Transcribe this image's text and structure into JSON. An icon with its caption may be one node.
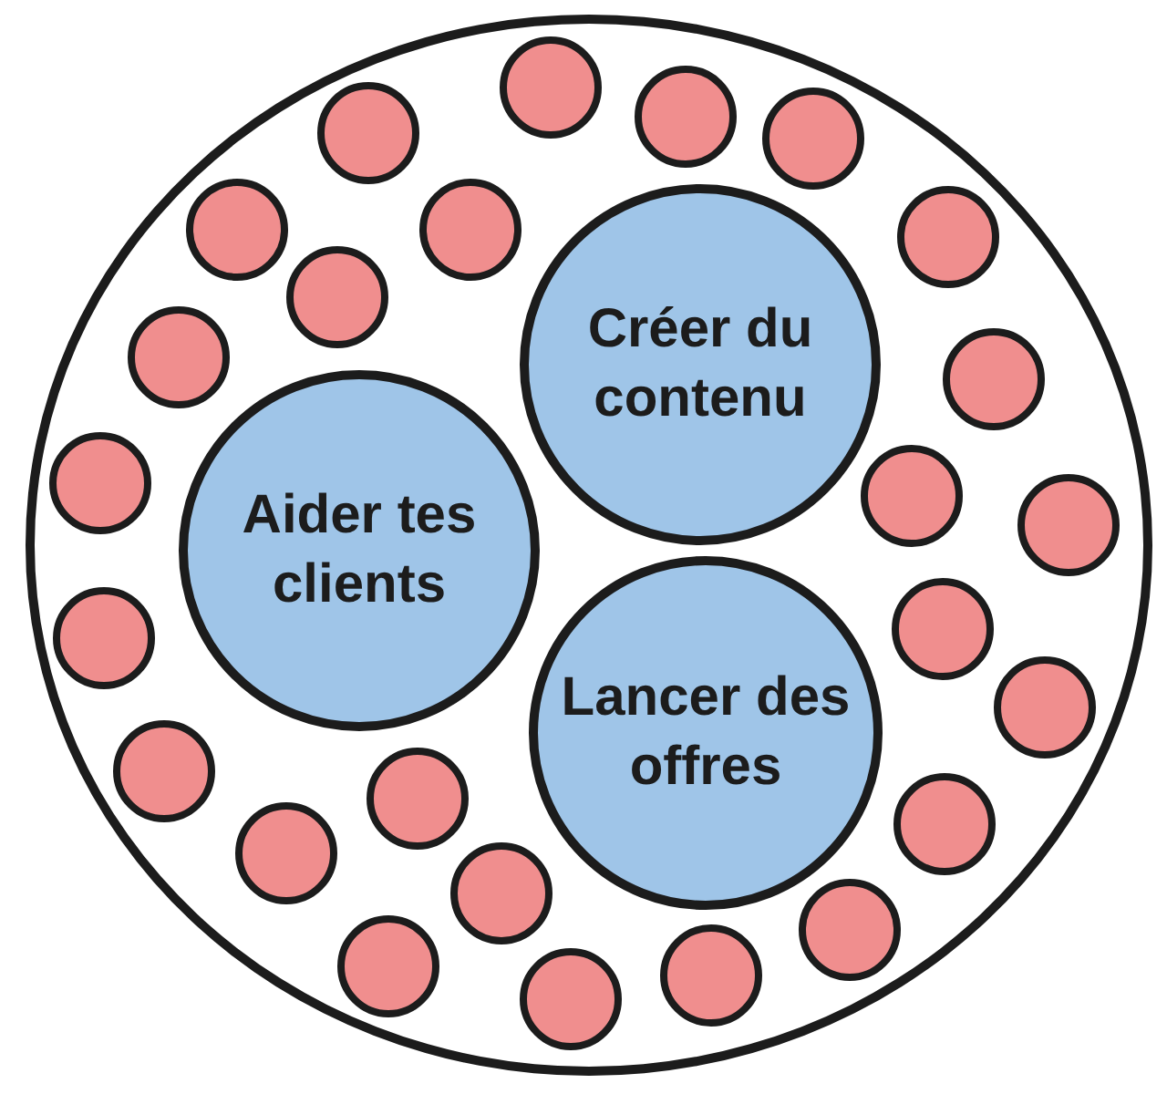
{
  "diagram": {
    "nodes": [
      {
        "text": [],
        "shape": "circle"
      },
      {
        "text": [
          "Créer du contenu"
        ],
        "in": 0
      },
      {
        "text": [
          "Aider tes clients"
        ],
        "in": 0
      },
      {
        "text": [
          "Lancer des offres"
        ],
        "in": 0
      },
      {
        "text": [],
        "shape": "circle",
        "in": 0
      },
      {
        "text": [],
        "shape": "circle",
        "in": 0
      },
      {
        "text": [],
        "shape": "circle",
        "in": 0
      },
      {
        "text": [],
        "shape": "circle",
        "in": 0
      },
      {
        "text": [],
        "shape": "circle",
        "in": 0
      },
      {
        "text": [],
        "shape": "circle",
        "in": 0
      },
      {
        "text": [],
        "shape": "circle",
        "in": 0
      },
      {
        "text": [],
        "shape": "circle",
        "in": 0
      },
      {
        "text": [],
        "shape": "circle",
        "in": 0
      },
      {
        "text": [],
        "shape": "circle",
        "in": 0
      },
      {
        "text": [],
        "shape": "circle",
        "in": 0
      },
      {
        "text": [],
        "shape": "circle",
        "in": 0
      },
      {
        "text": [],
        "shape": "circle",
        "in": 0
      },
      {
        "text": [],
        "shape": "circle",
        "in": 0
      },
      {
        "text": [],
        "shape": "circle",
        "in": 0
      },
      {
        "text": [],
        "shape": "circle",
        "in": 0
      },
      {
        "text": [],
        "shape": "circle",
        "in": 0
      },
      {
        "text": [],
        "shape": "circle",
        "in": 0
      },
      {
        "text": [],
        "shape": "circle",
        "in": 0
      },
      {
        "text": [],
        "shape": "circle",
        "in": 0
      },
      {
        "text": [],
        "shape": "circle",
        "in": 0
      },
      {
        "text": [],
        "shape": "circle",
        "in": 0
      },
      {
        "text": [],
        "shape": "circle",
        "in": 0
      },
      {
        "text": [],
        "shape": "circle",
        "in": 0
      },
      {
        "text": [],
        "shape": "circle",
        "in": 0
      }
    ]
  }
}
